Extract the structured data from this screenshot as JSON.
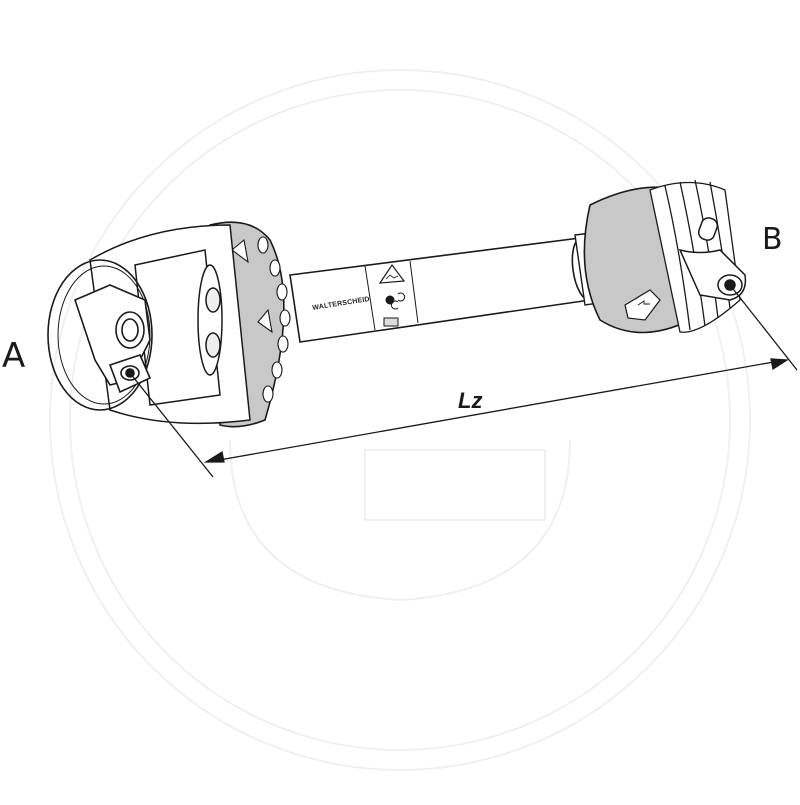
{
  "diagram": {
    "subject": "PTO driveshaft",
    "brand_label": "WALTERSCHEID",
    "labels": {
      "end_a": "A",
      "end_b": "B",
      "length": "Lz"
    },
    "warning_icons": [
      "hazard-triangle-icon",
      "entanglement-warning-icon",
      "manual-book-icon"
    ],
    "colors": {
      "line": "#1a1a1a",
      "guard_fill": "#c8c8c8",
      "background": "#ffffff",
      "watermark": "#f2f2f2"
    }
  }
}
